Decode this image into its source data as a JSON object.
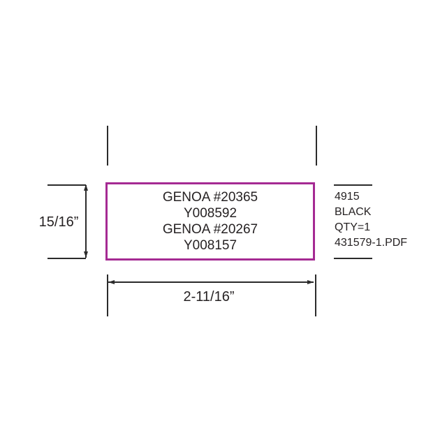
{
  "label": {
    "lines": [
      "GENOA #20365",
      "Y008592",
      "GENOA #20267",
      "Y008157"
    ]
  },
  "dimensions": {
    "height": "15/16”",
    "width": "2-11/16”"
  },
  "spec": {
    "part_number": "4915",
    "ink_color": "BLACK",
    "quantity": "QTY=1",
    "filename": "431579-1.PDF"
  },
  "colors": {
    "die_line": "#a52a93",
    "ink": "#262223",
    "dim_line": "#2b2b2b"
  }
}
